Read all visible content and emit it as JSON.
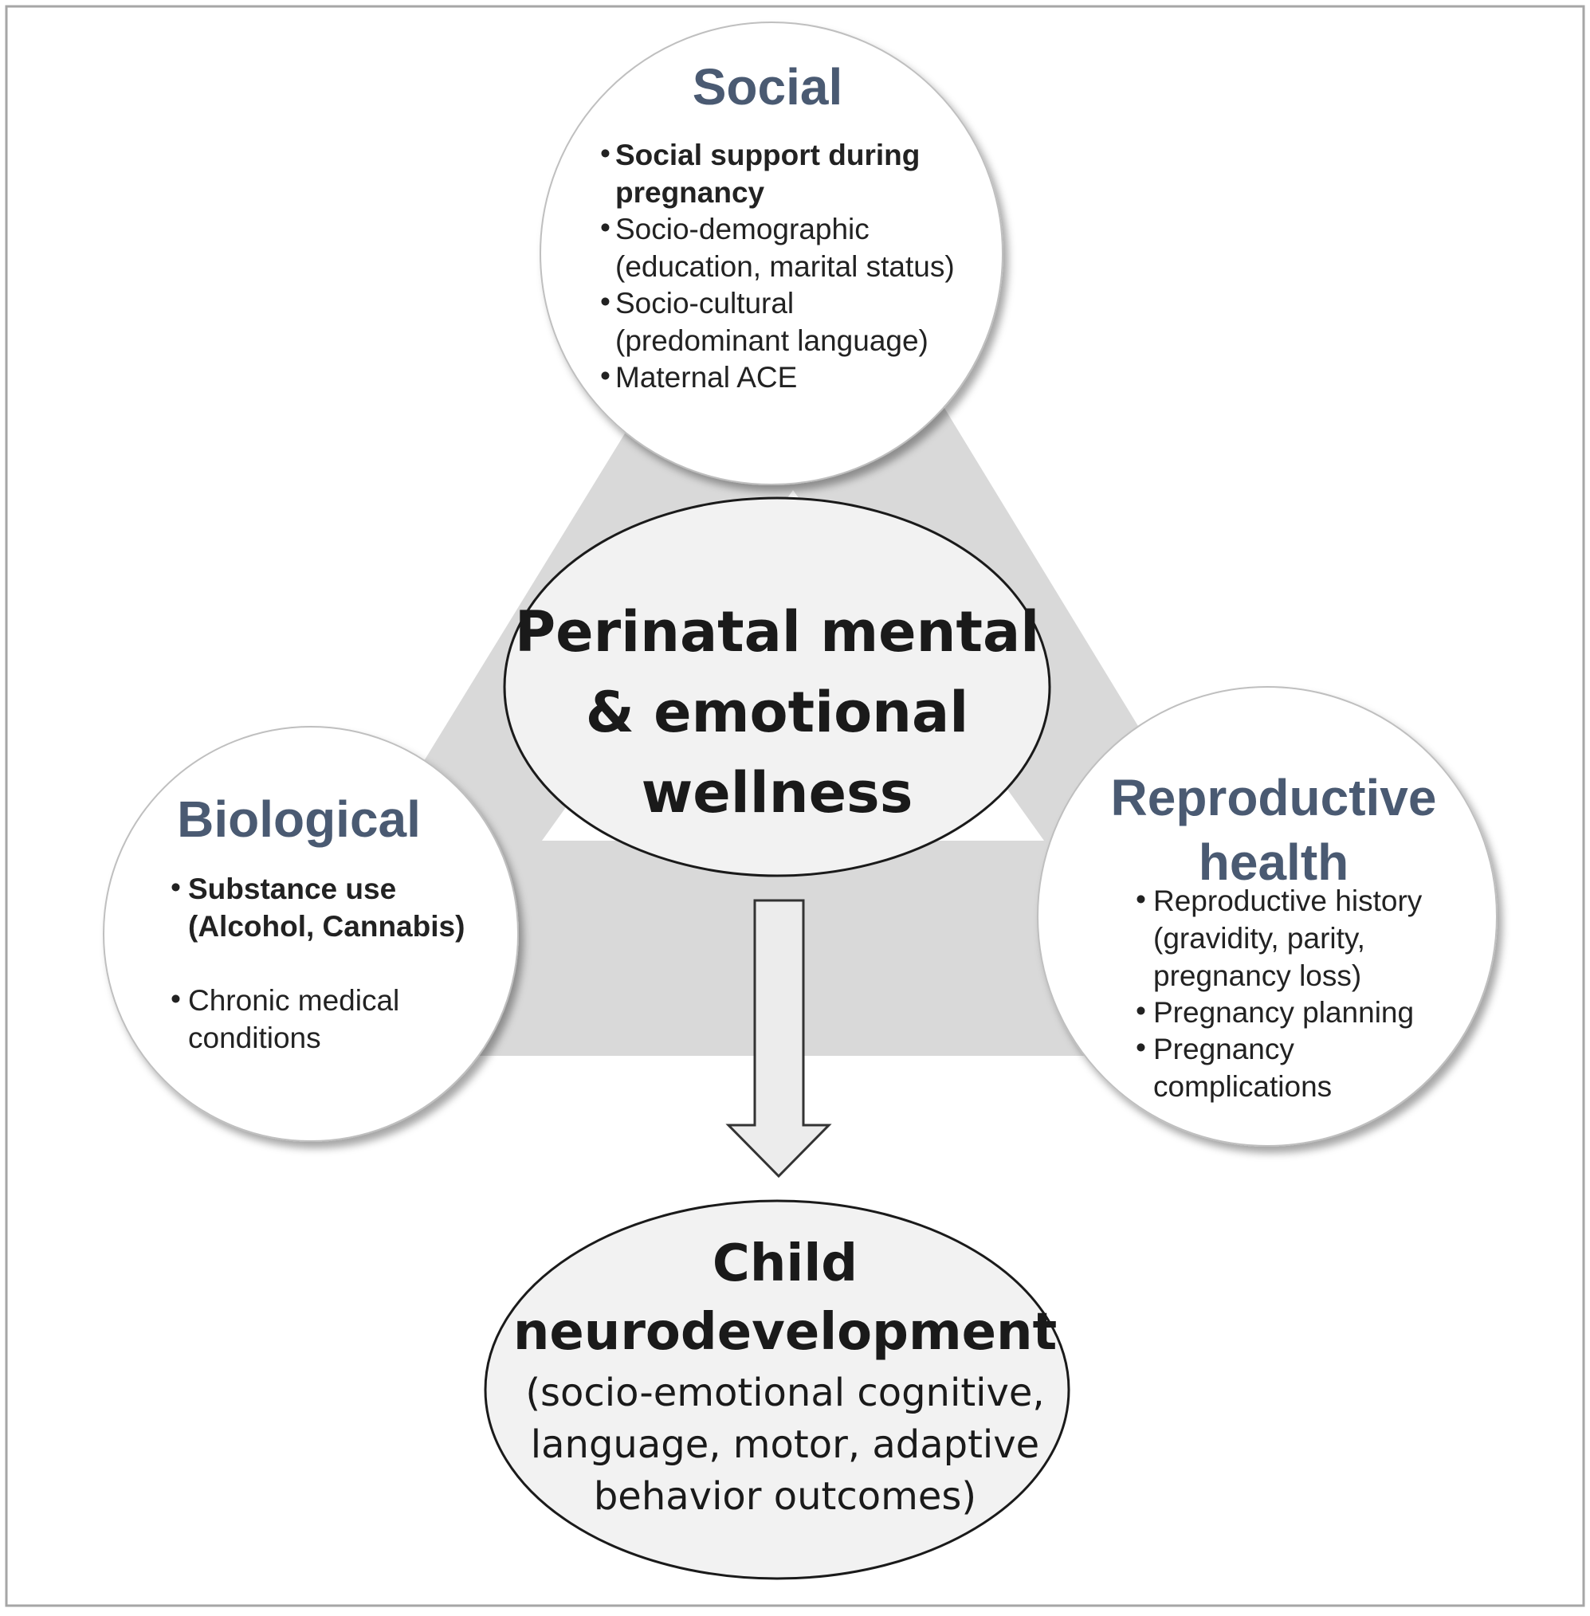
{
  "social": {
    "title": "Social",
    "items": [
      [
        "Social support during",
        "pregnancy"
      ],
      [
        "Socio-demographic",
        "(education, marital status)"
      ],
      [
        "Socio-cultural",
        "(predominant language)"
      ],
      [
        "Maternal ACE"
      ]
    ]
  },
  "biological": {
    "title": "Biological",
    "items": [
      [
        "Substance use",
        "(Alcohol, Cannabis)"
      ],
      [
        "Chronic medical",
        "conditions"
      ]
    ]
  },
  "reproductive": {
    "title_line1": "Reproductive",
    "title_line2": "health",
    "items": [
      [
        "Reproductive history",
        "(gravidity, parity,",
        "pregnancy loss)"
      ],
      [
        "Pregnancy planning"
      ],
      [
        "Pregnancy",
        "complications"
      ]
    ]
  },
  "center": {
    "line1": "Perinatal mental",
    "line2": "& emotional",
    "line3": "wellness"
  },
  "outcome": {
    "title_line1": "Child",
    "title_line2": "neurodevelopment",
    "sub_line1": "(socio-emotional cognitive,",
    "sub_line2": "language, motor, adaptive",
    "sub_line3": "behavior outcomes)"
  },
  "colors": {
    "triangle": "#d9d9d9",
    "title_blue": "#4a5a72",
    "ellipse_fill": "#f2f2f2"
  }
}
